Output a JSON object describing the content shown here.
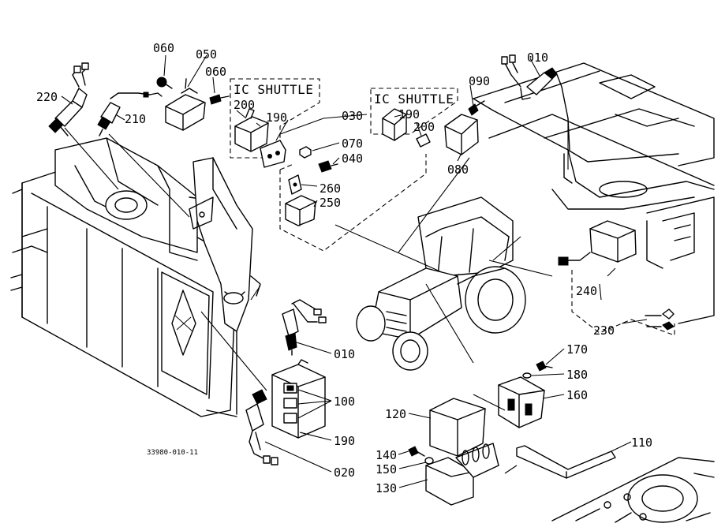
{
  "figure_ref": "33980-010-11",
  "group_labels": {
    "ic_shuttle_left": "IC SHUTTLE",
    "ic_shuttle_right": "IC SHUTTLE"
  },
  "parts": {
    "p010_top": "010",
    "p010_mid": "010",
    "p020": "020",
    "p030": "030",
    "p040": "040",
    "p050": "050",
    "p060_a": "060",
    "p060_b": "060",
    "p070": "070",
    "p080": "080",
    "p090": "090",
    "p100": "100",
    "p110": "110",
    "p120": "120",
    "p130": "130",
    "p140": "140",
    "p150": "150",
    "p160": "160",
    "p170": "170",
    "p180": "180",
    "p190_left": "190",
    "p190_right": "190",
    "p190_bottom": "190",
    "p200_left": "200",
    "p200_right": "200",
    "p210": "210",
    "p220": "220",
    "p230": "230",
    "p240": "240",
    "p250": "250",
    "p260": "260"
  }
}
